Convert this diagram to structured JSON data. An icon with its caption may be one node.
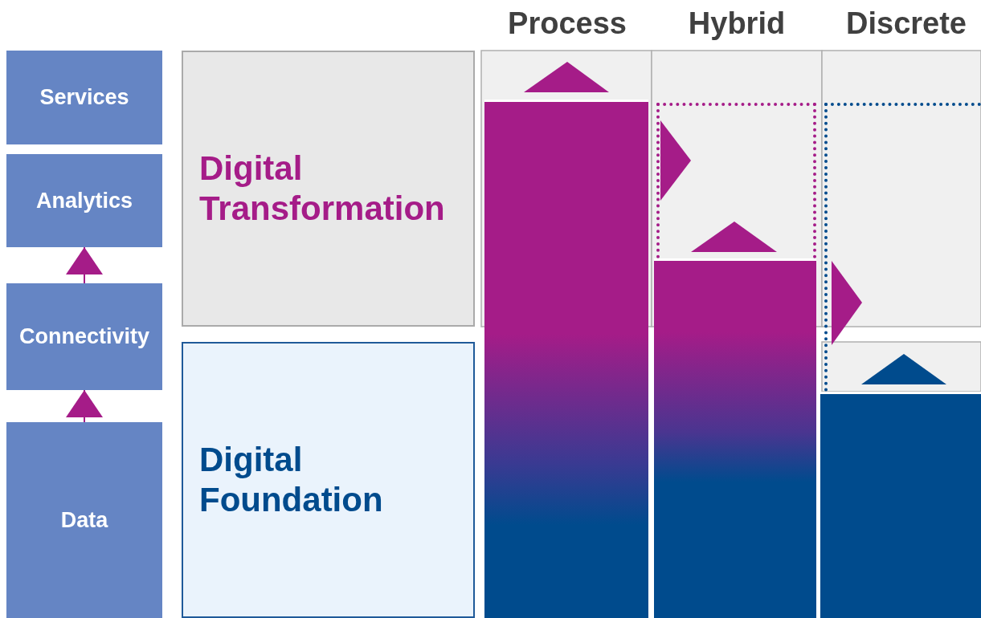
{
  "diagram": {
    "nodes": [
      {
        "text": [
          "Services"
        ]
      },
      {
        "text": [
          "Analytics"
        ]
      },
      {
        "text": [
          "Connectivity"
        ]
      },
      {
        "text": [
          "Data"
        ]
      },
      {
        "text": [
          "Digital Transformation"
        ]
      },
      {
        "text": [
          "Digital Foundation"
        ]
      },
      {
        "text": [],
        "shape": "bar"
      },
      {
        "text": [],
        "shape": "box"
      },
      {
        "text": [],
        "shape": "bar"
      },
      {
        "text": [],
        "shape": "box"
      },
      {
        "text": [],
        "shape": "bar"
      }
    ],
    "edges": [
      {
        "from": 3,
        "to": 2,
        "arrow": "to"
      },
      {
        "from": 2,
        "to": 1,
        "arrow": "to"
      }
    ],
    "labels": [
      "Process",
      "Hybrid",
      "Discrete"
    ]
  }
}
